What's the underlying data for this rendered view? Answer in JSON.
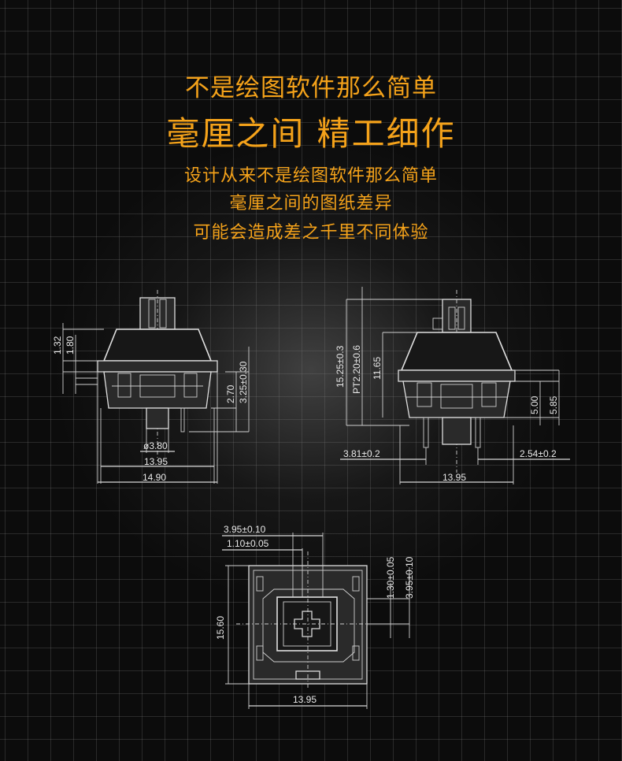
{
  "headline": {
    "line1": "不是绘图软件那么简单",
    "line2": "毫厘之间 精工细作"
  },
  "subtitle": {
    "line1": "设计从来不是绘图软件那么简单",
    "line2": "毫厘之间的图纸差异",
    "line3": "可能会造成差之千里不同体验"
  },
  "colors": {
    "accent": "#f4a21a",
    "background": "#0c0c0c",
    "line": "#dedede"
  },
  "side_view": {
    "dim_1_32": "1.32",
    "dim_1_80": "1.80",
    "dim_2_70": "2.70",
    "dim_3_25": "3.25±0.30",
    "dim_dia": "ø3.80",
    "dim_13_95": "13.95",
    "dim_14_90": "14.90"
  },
  "front_view": {
    "dim_15_25": "15.25±0.3",
    "dim_pt": "PT2.20±0.6",
    "dim_11_65": "11.65",
    "dim_5_00": "5.00",
    "dim_5_85": "5.85",
    "dim_3_81": "3.81±0.2",
    "dim_2_54": "2.54±0.2",
    "dim_13_95": "13.95"
  },
  "top_view": {
    "dim_3_95a": "3.95±0.10",
    "dim_1_10": "1.10±0.05",
    "dim_1_30": "1.30±0.05",
    "dim_3_95b": "3.95±0.10",
    "dim_15_60": "15.60",
    "dim_13_95": "13.95"
  }
}
